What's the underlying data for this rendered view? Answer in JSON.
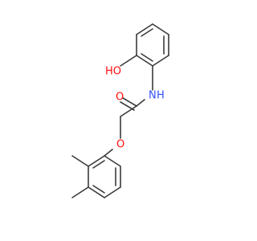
{
  "molecule": {
    "colors": {
      "bond": "#3a3a3a",
      "oxygen": "#ff0d0d",
      "nitrogen": "#3050f8",
      "background": "#ffffff"
    },
    "atom_labels": {
      "hydroxyl": "HO",
      "amide_nh": "N",
      "amide_h": "H",
      "carbonyl_o": "O",
      "ether_o": "O"
    }
  }
}
